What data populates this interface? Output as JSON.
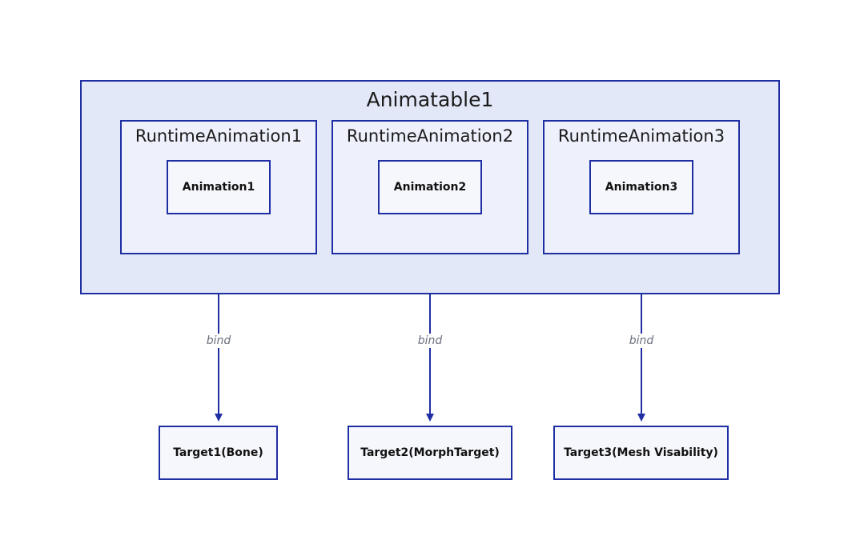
{
  "animatable": {
    "title": "Animatable1"
  },
  "runtime_animations": [
    {
      "title": "RuntimeAnimation1",
      "animation": "Animation1"
    },
    {
      "title": "RuntimeAnimation2",
      "animation": "Animation2"
    },
    {
      "title": "RuntimeAnimation3",
      "animation": "Animation3"
    }
  ],
  "targets": [
    {
      "label": "Target1(Bone)"
    },
    {
      "label": "Target2(MorphTarget)"
    },
    {
      "label": "Target3(Mesh Visability)"
    }
  ],
  "edges": [
    {
      "label": "bind"
    },
    {
      "label": "bind"
    },
    {
      "label": "bind"
    }
  ],
  "colors": {
    "border": "#1f2fa3",
    "outer_fill": "#e3e8f8",
    "inner_fill": "#eef1fb",
    "node_fill": "#f6f7fc",
    "edge_label": "#6b6f7e"
  }
}
